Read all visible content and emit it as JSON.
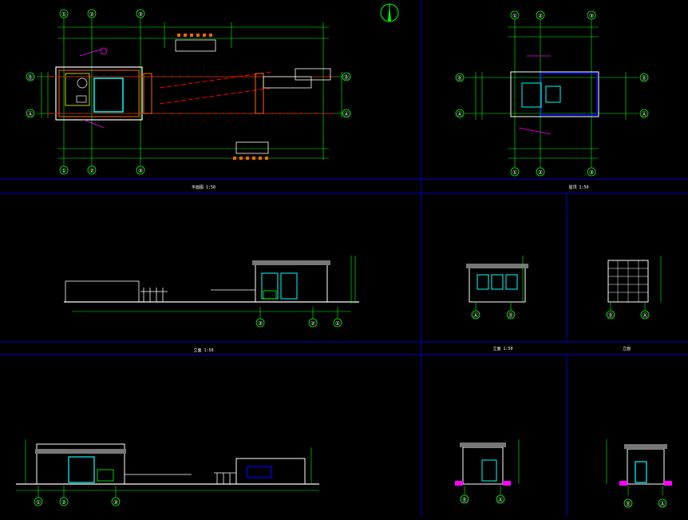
{
  "drawing": {
    "background_color": "#000000",
    "frame_color": "#0000cc",
    "dimension_color": "#00ff00",
    "outline_color": "#ffffff",
    "accent_red": "#ff0000",
    "accent_cyan": "#00ffff",
    "accent_magenta": "#ff00ff",
    "accent_yellow": "#ffff00",
    "accent_orange": "#ff6600"
  },
  "plan_main": {
    "axis_labels_top": [
      "①",
      "②",
      "③"
    ],
    "axis_labels_side": [
      "Ⓑ",
      "Ⓐ"
    ],
    "view_title": "平面图 1:50"
  },
  "plan_small": {
    "axis_labels_top": [
      "①",
      "②",
      "③"
    ],
    "axis_labels_side": [
      "Ⓑ",
      "Ⓐ"
    ],
    "view_title": "屋顶 1:50"
  },
  "elevation_long": {
    "axis_labels": [
      "③",
      "②",
      "①"
    ],
    "view_title": "立面 1:50"
  },
  "elevation_side_a": {
    "axis_labels": [
      "Ⓐ",
      "Ⓑ"
    ],
    "view_title": "立面 1:50"
  },
  "elevation_side_b": {
    "axis_labels": [
      "Ⓑ",
      "Ⓐ"
    ],
    "view_title": "立面"
  },
  "elevation_long_bottom": {
    "axis_labels": [
      "①",
      "②",
      "③"
    ]
  },
  "elevation_side_c": {
    "axis_labels": [
      "Ⓑ",
      "Ⓐ"
    ]
  },
  "elevation_side_d": {
    "axis_labels": [
      "Ⓑ",
      "Ⓐ"
    ]
  },
  "north_arrow": {
    "icon": "north-arrow-icon"
  }
}
